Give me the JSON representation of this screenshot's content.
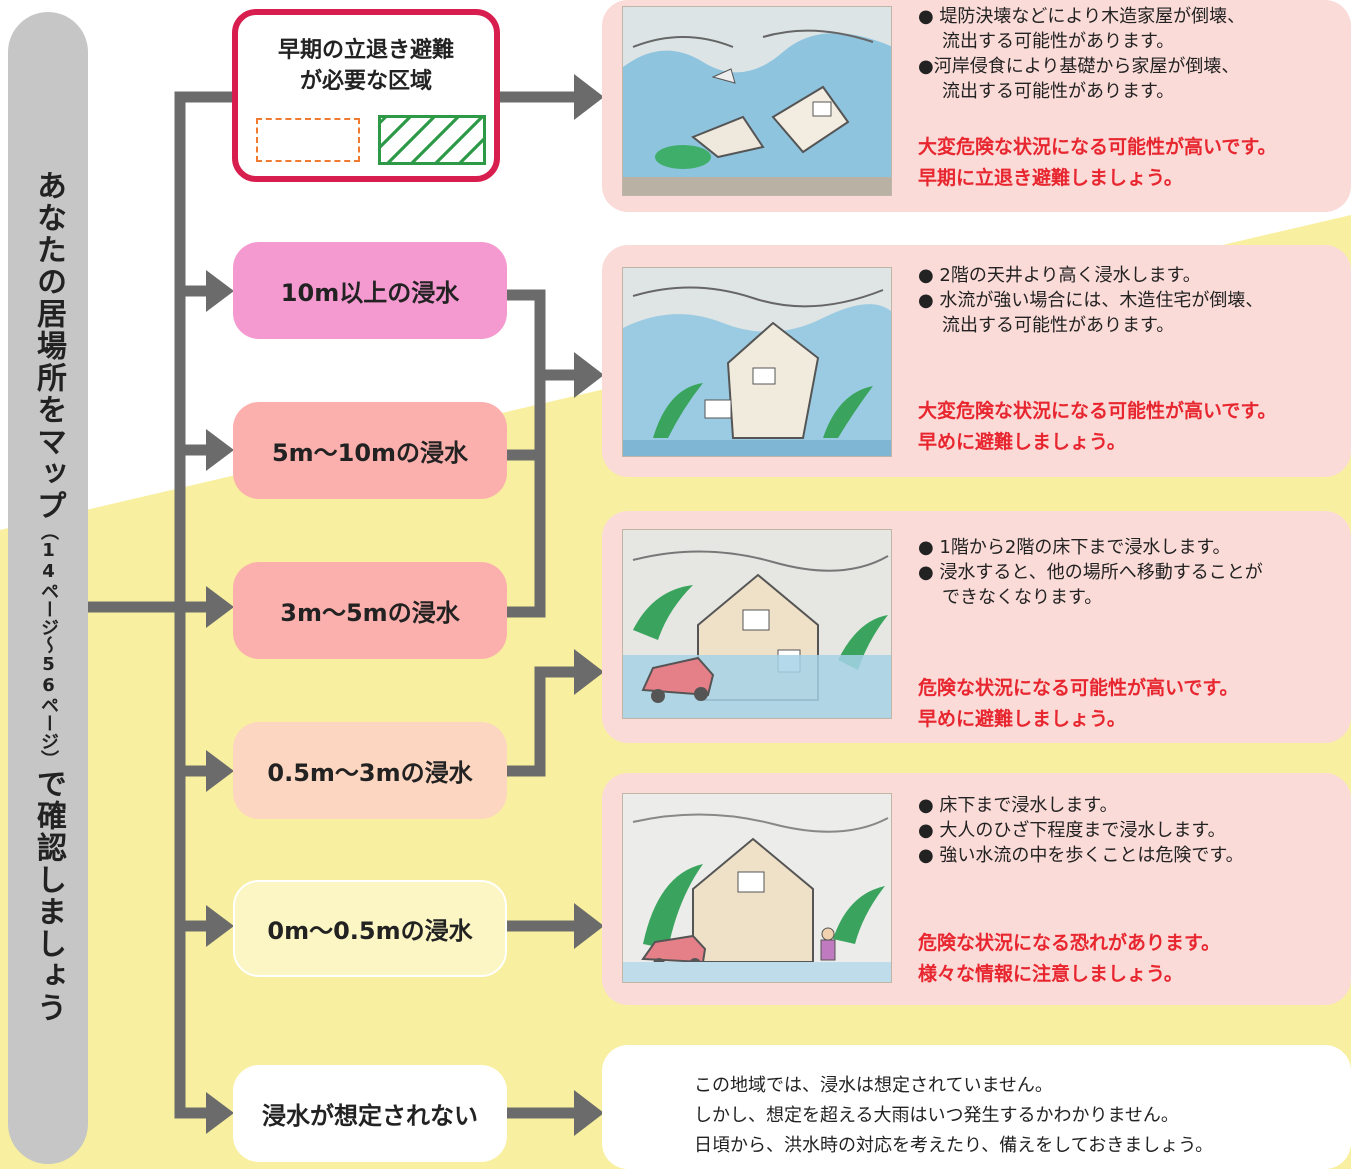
{
  "sidebar": {
    "title": "あなたの居場所をマップ",
    "page_ref": "（14ページ〜56ページ）",
    "title_end": "で確認しましょう"
  },
  "categories": [
    {
      "label": "早期の立退き避難が必要な区域",
      "line1": "早期の立退き避難",
      "line2": "が必要な区域",
      "color": "#ffffff"
    },
    {
      "label": "10m以上の浸水",
      "color": "#f49ad0"
    },
    {
      "label": "5m〜10mの浸水",
      "color": "#fcb0ae"
    },
    {
      "label": "3m〜5mの浸水",
      "color": "#fcb0ae"
    },
    {
      "label": "0.5m〜3mの浸水",
      "color": "#fcd6c0"
    },
    {
      "label": "0m〜0.5mの浸水",
      "color": "#fbf6c4"
    },
    {
      "label": "浸水が想定されない",
      "color": "#ffffff"
    }
  ],
  "cards": [
    {
      "bullets": [
        "● 堤防決壊などにより木造家屋が倒壊、",
        "流出する可能性があります。",
        "●河岸侵食により基礎から家屋が倒壊、",
        "流出する可能性があります。"
      ],
      "warning": [
        "大変危険な状況になる可能性が高いです。",
        "早期に立退き避難しましょう。"
      ]
    },
    {
      "bullets": [
        "● 2階の天井より高く浸水します。",
        "● 水流が強い場合には、木造住宅が倒壊、",
        "流出する可能性があります。"
      ],
      "warning": [
        "大変危険な状況になる可能性が高いです。",
        "早めに避難しましょう。"
      ]
    },
    {
      "bullets": [
        "● 1階から2階の床下まで浸水します。",
        "● 浸水すると、他の場所へ移動することが",
        "できなくなります。"
      ],
      "warning": [
        "危険な状況になる可能性が高いです。",
        "早めに避難しましょう。"
      ]
    },
    {
      "bullets": [
        "● 床下まで浸水します。",
        "● 大人のひざ下程度まで浸水します。",
        "● 強い水流の中を歩くことは危険です。"
      ],
      "warning": [
        "危険な状況になる恐れがあります。",
        "様々な情報に注意しましょう。"
      ]
    },
    {
      "lines": [
        "この地域では、浸水は想定されていません。",
        "しかし、想定を超える大雨はいつ発生するかわかりません。",
        "日頃から、洪水時の対応を考えたり、備えをしておきましょう。"
      ]
    }
  ],
  "colors": {
    "arrow": "#6b6b6b",
    "card_pink": "#fadbd8",
    "yellow_bg": "#f8f0a0",
    "warning_red": "#e8262f",
    "frame_red": "#d81e4e"
  },
  "illustrations": [
    "house-collapse-flood-illustration",
    "house-tilted-flood-illustration",
    "house-car-flood-illustration",
    "house-person-shallow-flood-illustration"
  ]
}
